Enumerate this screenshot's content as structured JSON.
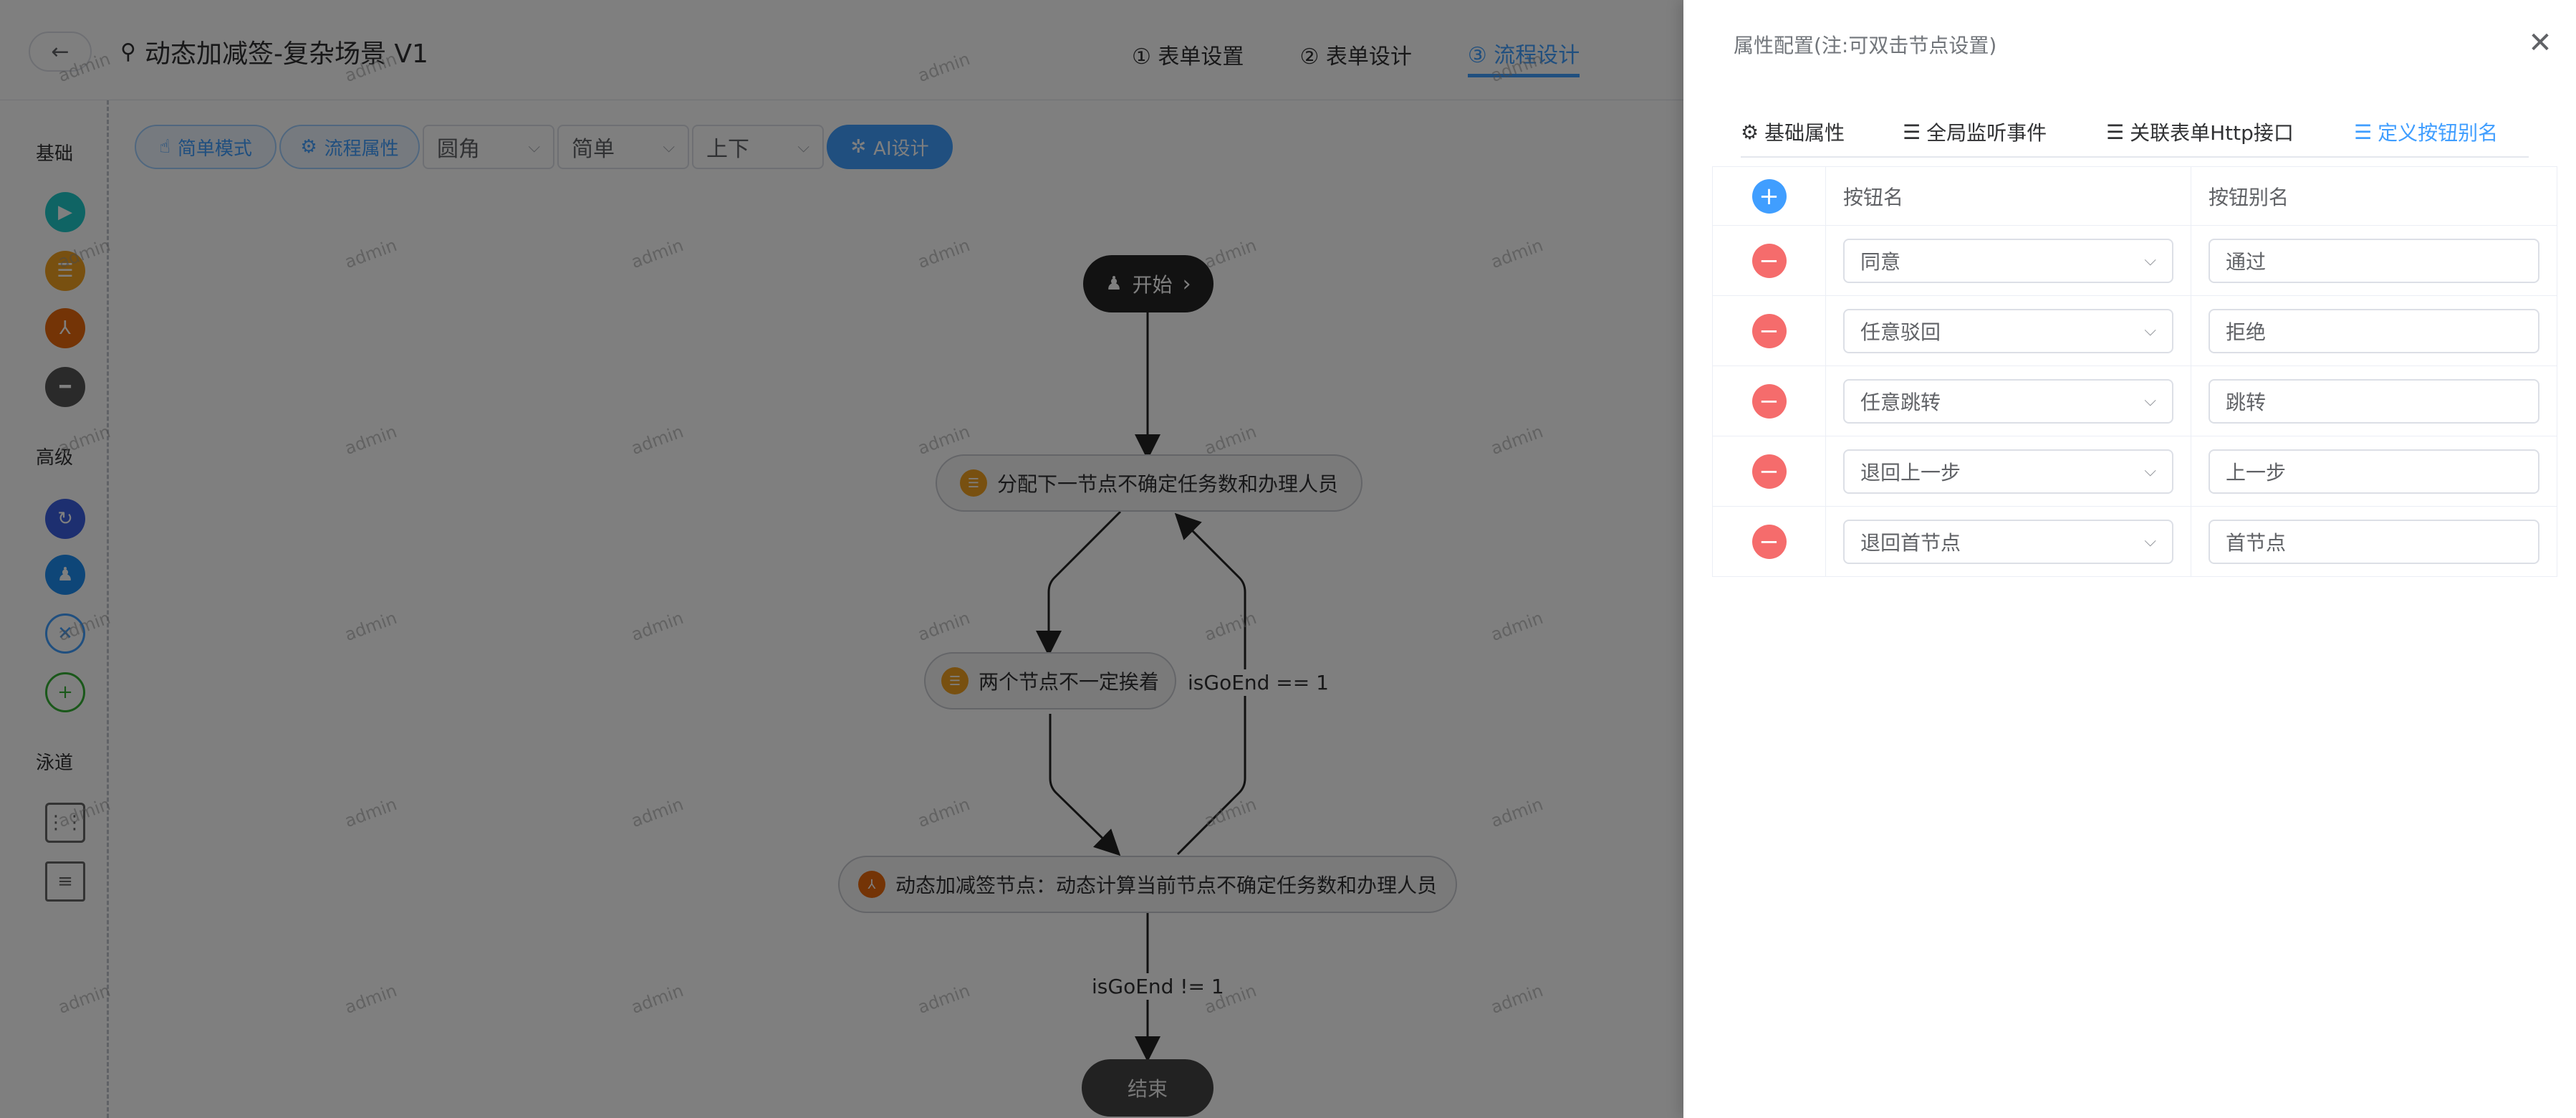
{
  "header": {
    "back_icon": "arrow-left-icon",
    "title_icon": "workflow-icon",
    "title": "动态加减签-复杂场景 V1",
    "steps": [
      "① 表单设置",
      "② 表单设计",
      "③ 流程设计"
    ],
    "active_step": 2
  },
  "toolbar": {
    "simple_mode": "简单模式",
    "flow_props": "流程属性",
    "edge_style": "圆角",
    "edge_type": "简单",
    "direction": "上下",
    "ai_design": "AI设计"
  },
  "sidebar": {
    "section_basic": "基础",
    "section_advanced": "高级",
    "section_lane": "泳道",
    "basic_icons": [
      "start-icon",
      "user-task-icon",
      "dynamic-task-icon",
      "end-icon"
    ],
    "advanced_icons": [
      "subprocess-icon",
      "multi-user-icon",
      "exclusive-gateway-icon",
      "parallel-gateway-icon"
    ],
    "lane_icons": [
      "horizontal-lane-icon",
      "vertical-lane-icon"
    ]
  },
  "flow": {
    "start": "开始",
    "node1": "分配下一节点不确定任务数和办理人员",
    "node2": "两个节点不一定挨着",
    "node3": "动态加减签节点：动态计算当前节点不确定任务数和办理人员",
    "end": "结束",
    "edge_back": "isGoEnd == 1",
    "edge_end": "isGoEnd != 1"
  },
  "watermark": "admin",
  "drawer": {
    "title": "属性配置(注:可双击节点设置)",
    "tabs": [
      {
        "icon": "gear-icon",
        "label": "基础属性"
      },
      {
        "icon": "sliders-icon",
        "label": "全局监听事件"
      },
      {
        "icon": "sliders-icon",
        "label": "关联表单Http接口"
      },
      {
        "icon": "sliders-icon",
        "label": "定义按钮别名"
      }
    ],
    "active_tab": 3,
    "table": {
      "col_name": "按钮名",
      "col_alias": "按钮别名",
      "rows": [
        {
          "name": "同意",
          "alias": "通过"
        },
        {
          "name": "任意驳回",
          "alias": "拒绝"
        },
        {
          "name": "任意跳转",
          "alias": "跳转"
        },
        {
          "name": "退回上一步",
          "alias": "上一步"
        },
        {
          "name": "退回首节点",
          "alias": "首节点"
        }
      ]
    }
  },
  "colors": {
    "primary": "#409eff",
    "danger": "#f56c6c",
    "start_node": "#252525",
    "overlay": "rgba(0,0,0,0.5)"
  }
}
